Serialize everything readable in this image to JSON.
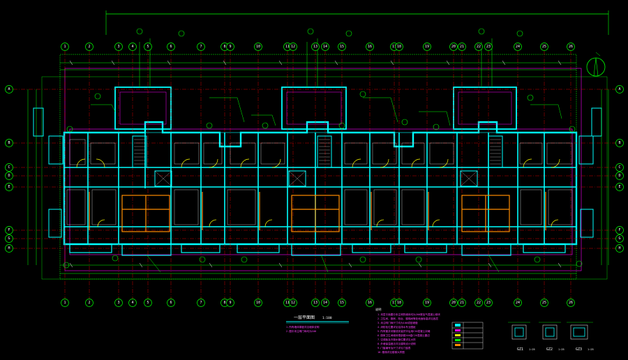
{
  "drawing": {
    "title": "一层平面图",
    "scale": "1:100",
    "sub_notes": [
      "1.所有墙体厚度详见墙体说明",
      "2.图中未注明门垛均为100"
    ]
  },
  "column_axis_labels": [
    "1",
    "2",
    "3",
    "4",
    "5",
    "6",
    "7",
    "8",
    "9",
    "10",
    "11",
    "12",
    "13",
    "14",
    "15",
    "16",
    "17",
    "18",
    "19",
    "20",
    "21",
    "22",
    "23",
    "24",
    "25",
    "26"
  ],
  "row_axis_labels": [
    "A",
    "B",
    "C",
    "D",
    "E",
    "F",
    "G",
    "H"
  ],
  "notes": {
    "heading": "说明",
    "lines": [
      "1.本层平面图中未注明的墙体均为200厚加气混凝土砌块",
      "2.卫生间、厨房、阳台、楼梯间等处地面标高详见各层",
      "3.未注明门垛尺寸均为100或贴墙做",
      "4.消防栓位置详见给排水专业图纸",
      "5.所有管井待管线安装完毕后用C20混凝土封堵",
      "6.厨房卫生间墙体根部做200高C20混凝土翻边",
      "7.空调板及冷凝水管位置详见大样",
      "8.外墙保温做法详见建筑设计说明",
      "9.门窗编号及尺寸详见门窗表",
      "10.楼梯详见楼梯大样图"
    ]
  },
  "legend_rows": [
    "",
    "",
    "",
    "",
    ""
  ],
  "details": [
    {
      "label": "GZ1",
      "scale": "1:25"
    },
    {
      "label": "GZ2",
      "scale": "1:25"
    },
    {
      "label": "GZ3",
      "scale": "1:25"
    }
  ],
  "colors": {
    "background": "#000000",
    "wall": "#00ffff",
    "axis": "#ff0000",
    "bubble": "#00ff00",
    "dimension": "#00ff00",
    "annotation": "#ff00ff",
    "door": "#ffff00",
    "furniture": "#ff8c00",
    "text": "#ffffff"
  }
}
